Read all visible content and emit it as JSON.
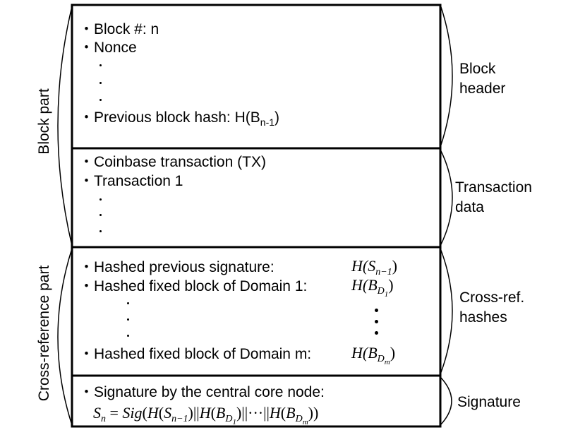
{
  "sections": {
    "header": {
      "items": [
        "Block #: n",
        "Nonce",
        "Previous block hash: H(B"
      ],
      "prev_hash_sub": "n-1",
      "prev_hash_close": ")",
      "label_line1": "Block",
      "label_line2": "header"
    },
    "transactions": {
      "items": [
        "Coinbase transaction (TX)",
        "Transaction 1"
      ],
      "label_line1": "Transaction",
      "label_line2": "data"
    },
    "crossref": {
      "items": [
        "Hashed previous signature:",
        "Hashed fixed block of Domain 1:",
        "Hashed fixed block of Domain m:"
      ],
      "label_line1": "Cross-ref.",
      "label_line2": "hashes"
    },
    "signature": {
      "items": [
        "Signature by the central core node:"
      ],
      "label": "Signature"
    }
  },
  "parts": {
    "block_part": "Block part",
    "crossref_part": "Cross-reference part"
  },
  "bullet": "・"
}
